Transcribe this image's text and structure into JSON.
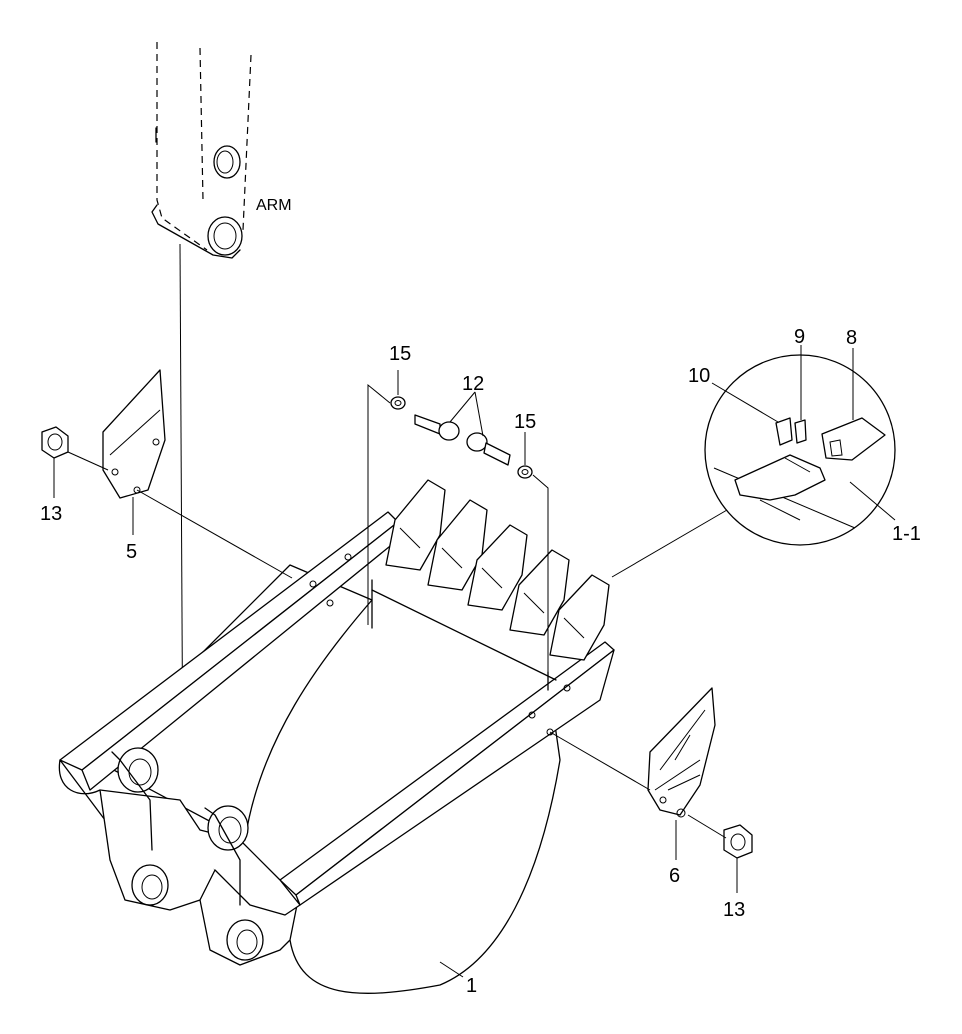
{
  "labels": {
    "arm": "ARM",
    "bucket": "1",
    "tooth_assembly": "1-1",
    "side_cutter_left": "5",
    "side_cutter_right": "6",
    "tooth": "8",
    "pin": "9",
    "lock": "10",
    "bolt": "12",
    "nut_left": "13",
    "nut_right": "13",
    "washer_left": "15",
    "washer_right": "15"
  }
}
